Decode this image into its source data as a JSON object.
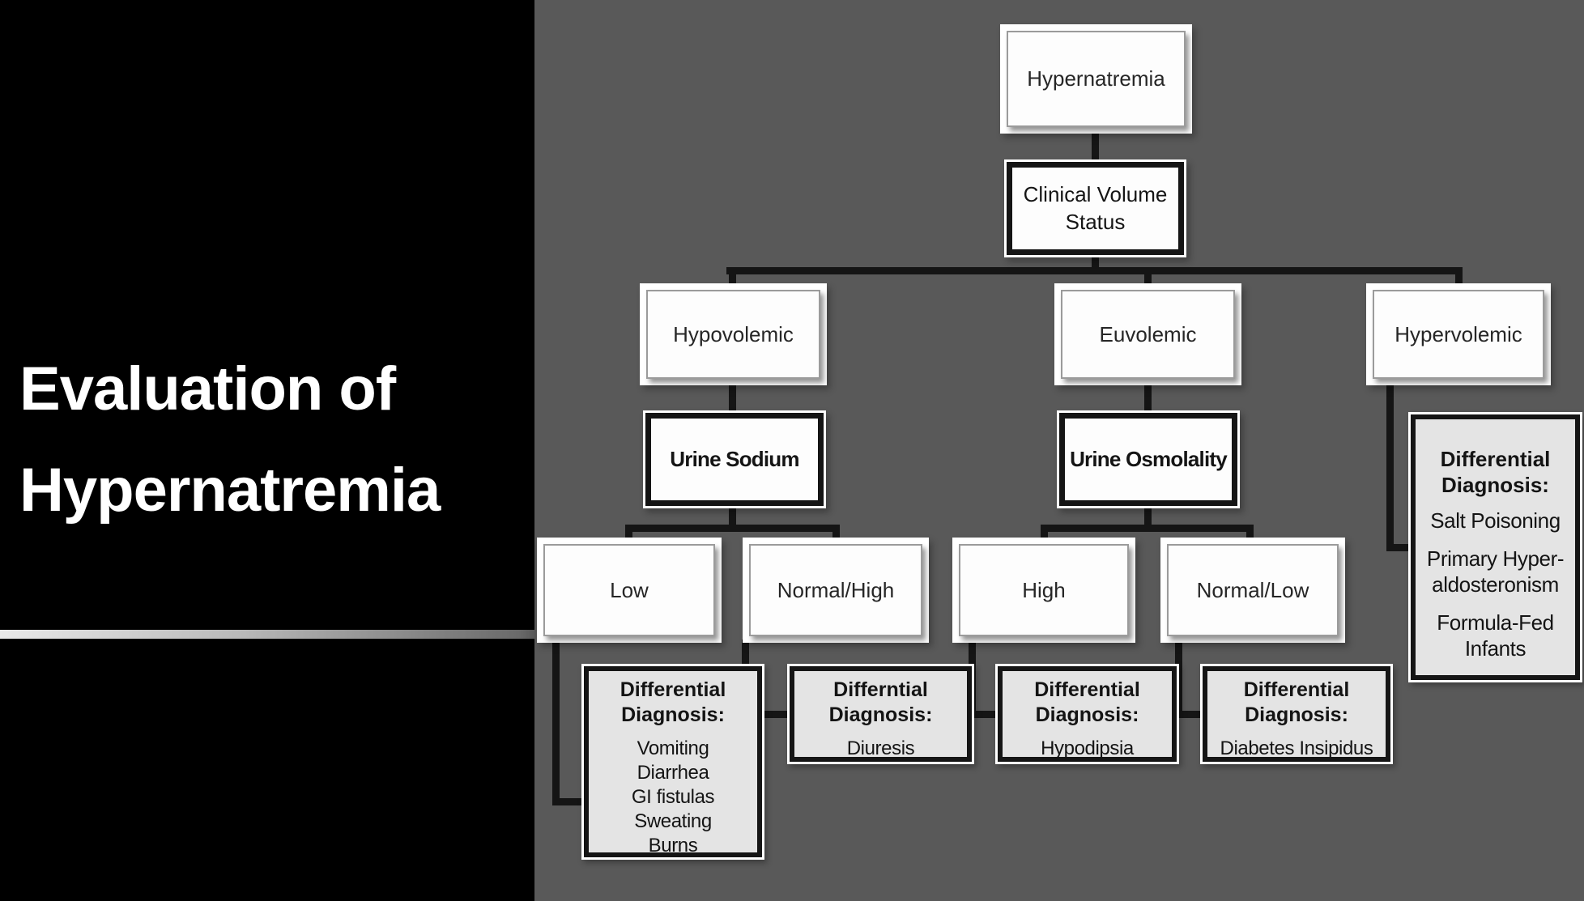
{
  "slide": {
    "title": {
      "line1": "Evaluation of",
      "line2": "Hypernatremia"
    }
  },
  "colors": {
    "canvas_background": "#595959",
    "title_panel": "#000000",
    "title_text": "#ffffff",
    "node_fill": "#fdfdfd",
    "node_border_thin": "#9b9b9b",
    "node_border_thick": "#151515",
    "differential_fill": "#e4e4e4",
    "connector": "#151515"
  },
  "flowchart": {
    "nodes": {
      "root": "Hypernatremia",
      "volume_status": "Clinical Volume Status",
      "hypovolemic": "Hypovolemic",
      "euvolemic": "Euvolemic",
      "hypervolemic": "Hypervolemic",
      "urine_sodium": "Urine Sodium",
      "urine_osmolality": "Urine Osmolality",
      "low": "Low",
      "normal_high": "Normal/High",
      "high": "High",
      "normal_low": "Normal/Low"
    },
    "differentials": {
      "hypovolemic_low": {
        "heading": "Differential Diagnosis:",
        "items": [
          "Vomiting",
          "Diarrhea",
          "GI fistulas",
          "Sweating",
          "Burns"
        ]
      },
      "hypovolemic_normal_high": {
        "heading": "Differntial Diagnosis:",
        "items": [
          "Diuresis"
        ]
      },
      "euvolemic_high": {
        "heading": "Differential Diagnosis:",
        "items": [
          "Hypodipsia"
        ]
      },
      "euvolemic_normal_low": {
        "heading": "Differential Diagnosis:",
        "items": [
          "Diabetes Insipidus"
        ]
      },
      "hypervolemic": {
        "heading": "Differential Diagnosis:",
        "items": [
          "Salt Poisoning",
          "Primary Hyper-aldosteronism",
          "Formula-Fed Infants"
        ]
      }
    }
  }
}
